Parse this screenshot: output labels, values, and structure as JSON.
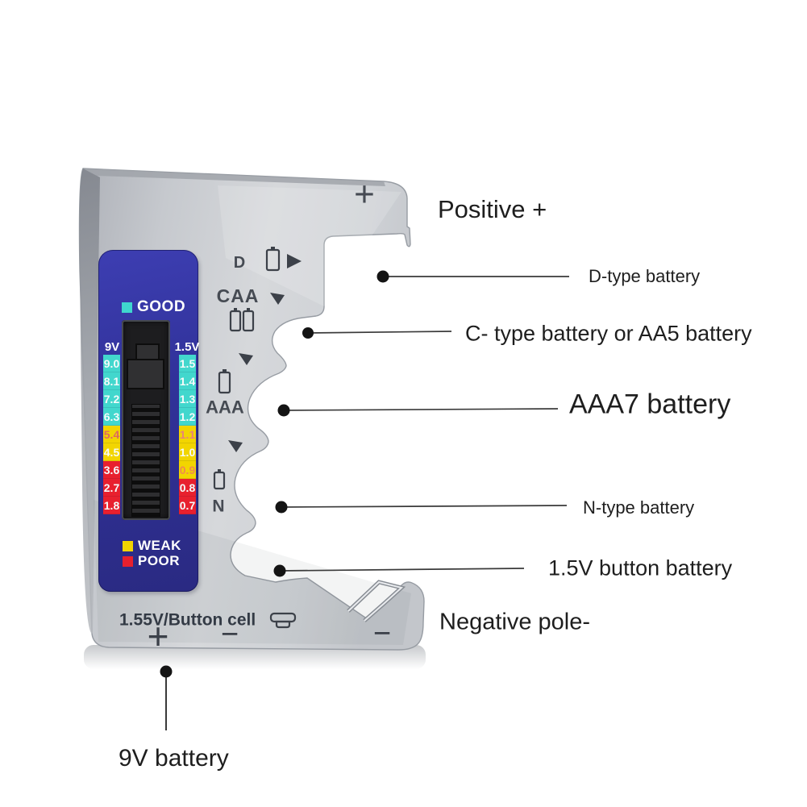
{
  "colors": {
    "background": "#ffffff",
    "device_body": "#c9ccd1",
    "lcd_panel": "#31329a",
    "zone_good": "#42d7cd",
    "zone_weak": "#f2d500",
    "zone_poor": "#e8202e",
    "marking": "#464b53",
    "annotation_text": "#1e1e1e"
  },
  "annotations": {
    "positive": "Positive +",
    "d_type": "D-type battery",
    "c_type": "C- type battery or AA5 battery",
    "aaa7": "AAA7 battery",
    "n_type": "N-type battery",
    "button": "1.5V button battery",
    "negative": "Negative pole-",
    "nine_v": "9V battery"
  },
  "device": {
    "top_plus": "+",
    "slots": {
      "d_label": "D",
      "caa_label": "CAA",
      "aaa_label": "AAA",
      "n_label": "N"
    },
    "display": {
      "good": "GOOD",
      "weak": "WEAK",
      "poor": "POOR",
      "columns": [
        {
          "header": "9V",
          "cells": [
            {
              "v": "9.0",
              "zone": "good"
            },
            {
              "v": "8.1",
              "zone": "good"
            },
            {
              "v": "7.2",
              "zone": "good"
            },
            {
              "v": "6.3",
              "zone": "good"
            },
            {
              "v": "5.4",
              "zone": "weak",
              "tc": "#dd6a5f"
            },
            {
              "v": "4.5",
              "zone": "weak"
            },
            {
              "v": "3.6",
              "zone": "poor"
            },
            {
              "v": "2.7",
              "zone": "poor"
            },
            {
              "v": "1.8",
              "zone": "poor"
            }
          ]
        },
        {
          "header": "1.5V",
          "cells": [
            {
              "v": "1.5",
              "zone": "good"
            },
            {
              "v": "1.4",
              "zone": "good"
            },
            {
              "v": "1.3",
              "zone": "good"
            },
            {
              "v": "1.2",
              "zone": "good"
            },
            {
              "v": "1.1",
              "zone": "weak",
              "tc": "#e8837a"
            },
            {
              "v": "1.0",
              "zone": "weak"
            },
            {
              "v": "0.9",
              "zone": "weak",
              "tc": "#ef8b4e"
            },
            {
              "v": "0.8",
              "zone": "poor"
            },
            {
              "v": "0.7",
              "zone": "poor"
            }
          ]
        }
      ]
    },
    "bottom": {
      "button_cell_label": "1.55V/Button cell",
      "plus": "+",
      "minus1": "−",
      "minus2": "−"
    }
  }
}
